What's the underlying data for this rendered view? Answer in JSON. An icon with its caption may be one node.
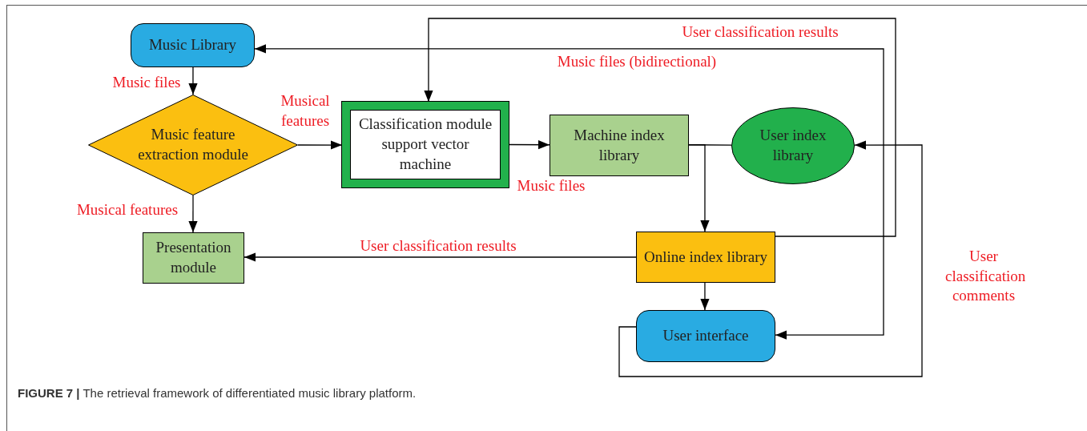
{
  "diagram": {
    "caption": "**FIGURE 7 |** The retrieval framework of differentiated music library platform.",
    "nodes": [
      {
        "text": [
          "Music Library"
        ]
      },
      {
        "text": [
          "Music feature extraction module"
        ]
      },
      {
        "text": [
          "Classification module support vector machine"
        ]
      },
      {
        "text": [
          "Machine index library"
        ]
      },
      {
        "text": [
          "User index library"
        ]
      },
      {
        "text": [
          "Presentation module"
        ]
      },
      {
        "text": [
          "Online index library"
        ]
      },
      {
        "text": [
          "User interface"
        ]
      }
    ],
    "edges": [
      {
        "from": 0,
        "to": 1,
        "arrow": "to",
        "label": "Music files"
      },
      {
        "from": 1,
        "to": 2,
        "arrow": "to",
        "label": "Musical features"
      },
      {
        "from": 1,
        "to": 5,
        "arrow": "to",
        "label": "Musical features"
      },
      {
        "from": 2,
        "to": 3,
        "arrow": "to",
        "label": "Music files"
      },
      {
        "from": 3,
        "to": 4,
        "arrow": "none"
      },
      {
        "from": 3,
        "to": 6,
        "arrow": "to"
      },
      {
        "from": 6,
        "to": 5,
        "arrow": "to",
        "label": "User classification results"
      },
      {
        "from": 6,
        "to": 2,
        "arrow": "to",
        "label": "User classification results"
      },
      {
        "from": 7,
        "to": 0,
        "arrow": "both",
        "label": "Music files (bidirectional)"
      },
      {
        "from": 6,
        "to": 7,
        "arrow": "to"
      },
      {
        "from": 7,
        "to": 4,
        "arrow": "to",
        "label": "User classification comments"
      }
    ]
  }
}
